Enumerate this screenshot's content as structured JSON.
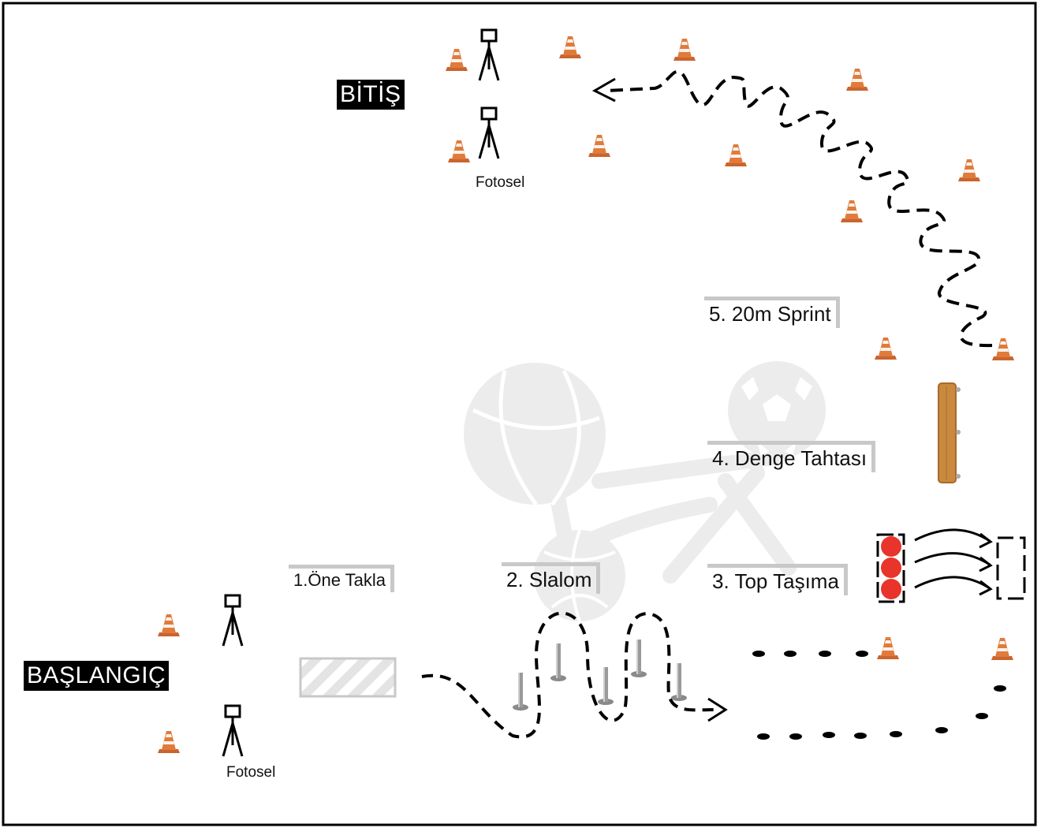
{
  "labels": {
    "start": "BAŞLANGIÇ",
    "finish": "BİTİŞ",
    "photocell": "Fotosel",
    "photocell_finish": "Fotosel",
    "station1": "1.Öne Takla",
    "station2": "2. Slalom",
    "station3": "3. Top Taşıma",
    "station4": "4. Denge Tahtası",
    "station5": "5. 20m Sprint"
  },
  "colors": {
    "cone": "#d9733a",
    "cone_stripe": "#ffffff",
    "ball": "#e8342b",
    "board": "#c98a3f",
    "watermark": "#e6e6e6"
  },
  "icons": [
    "traffic-cone-icon",
    "photocell-tripod-icon",
    "mat-icon",
    "slalom-pole-icon",
    "ball-icon",
    "balance-board-icon",
    "marker-dot-icon"
  ]
}
